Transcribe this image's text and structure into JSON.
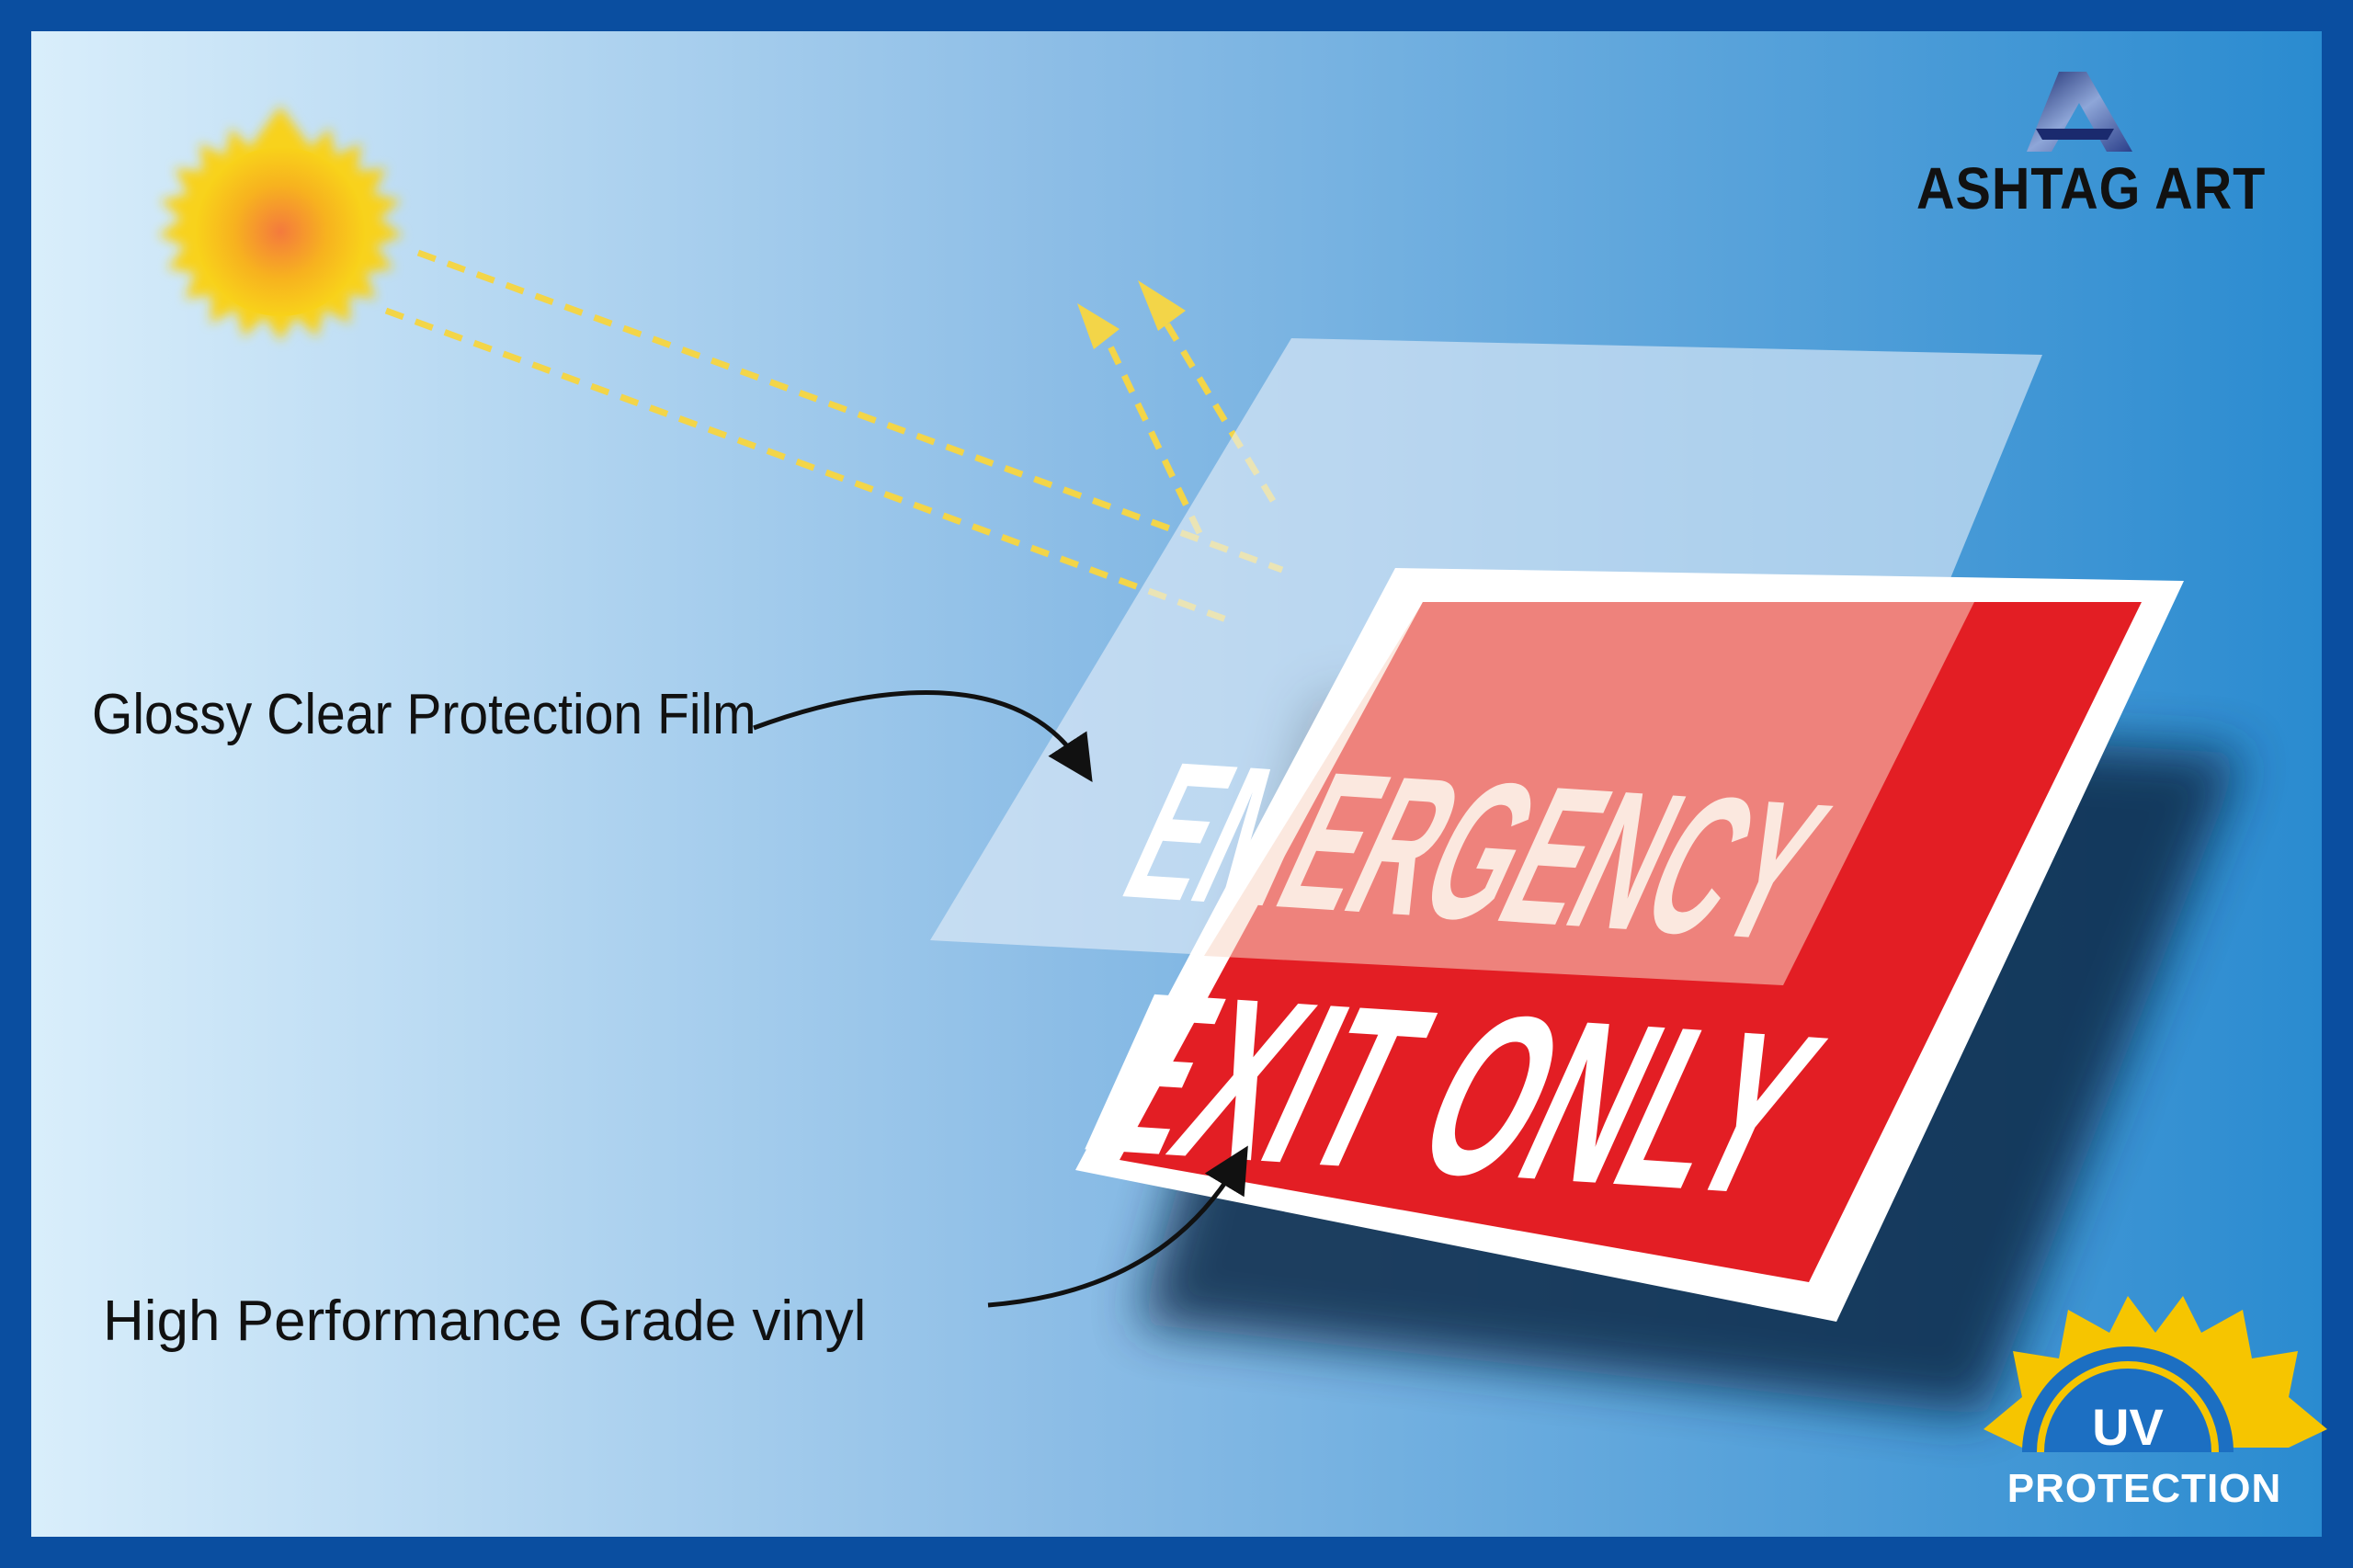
{
  "brand": {
    "name": "ASHTAG ART",
    "logo_icon": "a-letter-logo-icon"
  },
  "labels": {
    "film": "Glossy Clear Protection Film",
    "vinyl": "High Performance Grade vinyl"
  },
  "sign": {
    "line1": "EMERGENCY",
    "line2": "EXIT ONLY"
  },
  "badge": {
    "uv": "UV",
    "protection": "PROTECTION"
  },
  "colors": {
    "frame": "#0a4ea0",
    "sign_red": "#e31e24",
    "sun_yellow": "#f6c500",
    "ray_yellow": "#f3d548"
  }
}
